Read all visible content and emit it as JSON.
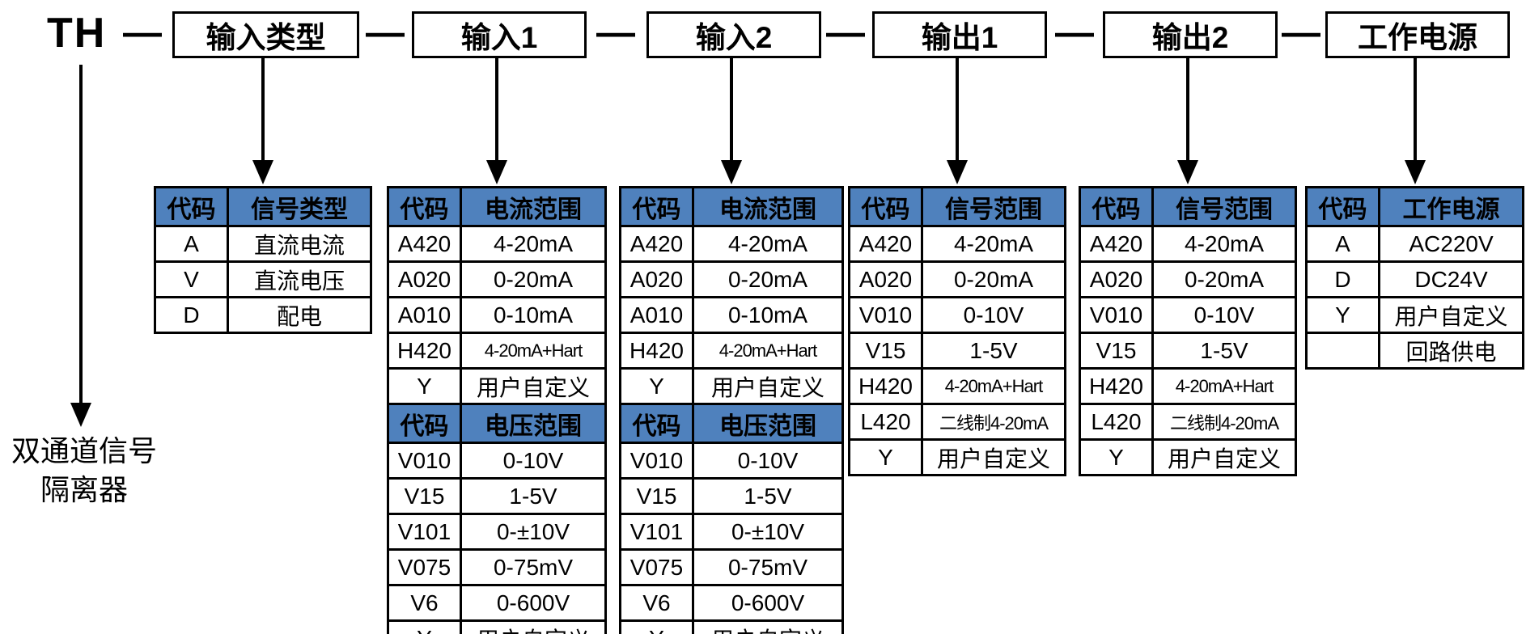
{
  "model_prefix": "TH",
  "separator": "—",
  "colors": {
    "header_bg": "#4f81bd",
    "line": "#000000",
    "background": "#ffffff"
  },
  "header_boxes": [
    {
      "id": "input-type",
      "label": "输入类型"
    },
    {
      "id": "input1",
      "label": "输入1"
    },
    {
      "id": "input2",
      "label": "输入2"
    },
    {
      "id": "output1",
      "label": "输出1"
    },
    {
      "id": "output2",
      "label": "输出2"
    },
    {
      "id": "power-supply",
      "label": "工作电源"
    }
  ],
  "tables": [
    {
      "id": "input-type",
      "sections": [
        {
          "headers": [
            "代码",
            "信号类型"
          ],
          "rows": [
            [
              "A",
              "直流电流"
            ],
            [
              "V",
              "直流电压"
            ],
            [
              "D",
              "配电"
            ]
          ]
        }
      ]
    },
    {
      "id": "input1",
      "sections": [
        {
          "headers": [
            "代码",
            "电流范围"
          ],
          "rows": [
            [
              "A420",
              "4-20mA"
            ],
            [
              "A020",
              "0-20mA"
            ],
            [
              "A010",
              "0-10mA"
            ],
            [
              "H420",
              "4-20mA+Hart"
            ],
            [
              "Y",
              "用户自定义"
            ]
          ]
        },
        {
          "headers": [
            "代码",
            "电压范围"
          ],
          "rows": [
            [
              "V010",
              "0-10V"
            ],
            [
              "V15",
              "1-5V"
            ],
            [
              "V101",
              "0-±10V"
            ],
            [
              "V075",
              "0-75mV"
            ],
            [
              "V6",
              "0-600V"
            ],
            [
              "Y",
              "用户自定义"
            ]
          ]
        }
      ]
    },
    {
      "id": "input2",
      "sections": [
        {
          "headers": [
            "代码",
            "电流范围"
          ],
          "rows": [
            [
              "A420",
              "4-20mA"
            ],
            [
              "A020",
              "0-20mA"
            ],
            [
              "A010",
              "0-10mA"
            ],
            [
              "H420",
              "4-20mA+Hart"
            ],
            [
              "Y",
              "用户自定义"
            ]
          ]
        },
        {
          "headers": [
            "代码",
            "电压范围"
          ],
          "rows": [
            [
              "V010",
              "0-10V"
            ],
            [
              "V15",
              "1-5V"
            ],
            [
              "V101",
              "0-±10V"
            ],
            [
              "V075",
              "0-75mV"
            ],
            [
              "V6",
              "0-600V"
            ],
            [
              "Y",
              "用户自定义"
            ]
          ]
        }
      ]
    },
    {
      "id": "output1",
      "sections": [
        {
          "headers": [
            "代码",
            "信号范围"
          ],
          "rows": [
            [
              "A420",
              "4-20mA"
            ],
            [
              "A020",
              "0-20mA"
            ],
            [
              "V010",
              "0-10V"
            ],
            [
              "V15",
              "1-5V"
            ],
            [
              "H420",
              "4-20mA+Hart"
            ],
            [
              "L420",
              "二线制4-20mA"
            ],
            [
              "Y",
              "用户自定义"
            ]
          ]
        }
      ]
    },
    {
      "id": "output2",
      "sections": [
        {
          "headers": [
            "代码",
            "信号范围"
          ],
          "rows": [
            [
              "A420",
              "4-20mA"
            ],
            [
              "A020",
              "0-20mA"
            ],
            [
              "V010",
              "0-10V"
            ],
            [
              "V15",
              "1-5V"
            ],
            [
              "H420",
              "4-20mA+Hart"
            ],
            [
              "L420",
              "二线制4-20mA"
            ],
            [
              "Y",
              "用户自定义"
            ]
          ]
        }
      ]
    },
    {
      "id": "power-supply",
      "sections": [
        {
          "headers": [
            "代码",
            "工作电源"
          ],
          "rows": [
            [
              "A",
              "AC220V"
            ],
            [
              "D",
              "DC24V"
            ],
            [
              "Y",
              "用户自定义"
            ],
            [
              "",
              "回路供电"
            ]
          ]
        }
      ]
    }
  ],
  "footnote": {
    "line1": "双通道信号",
    "line2": "隔离器"
  }
}
